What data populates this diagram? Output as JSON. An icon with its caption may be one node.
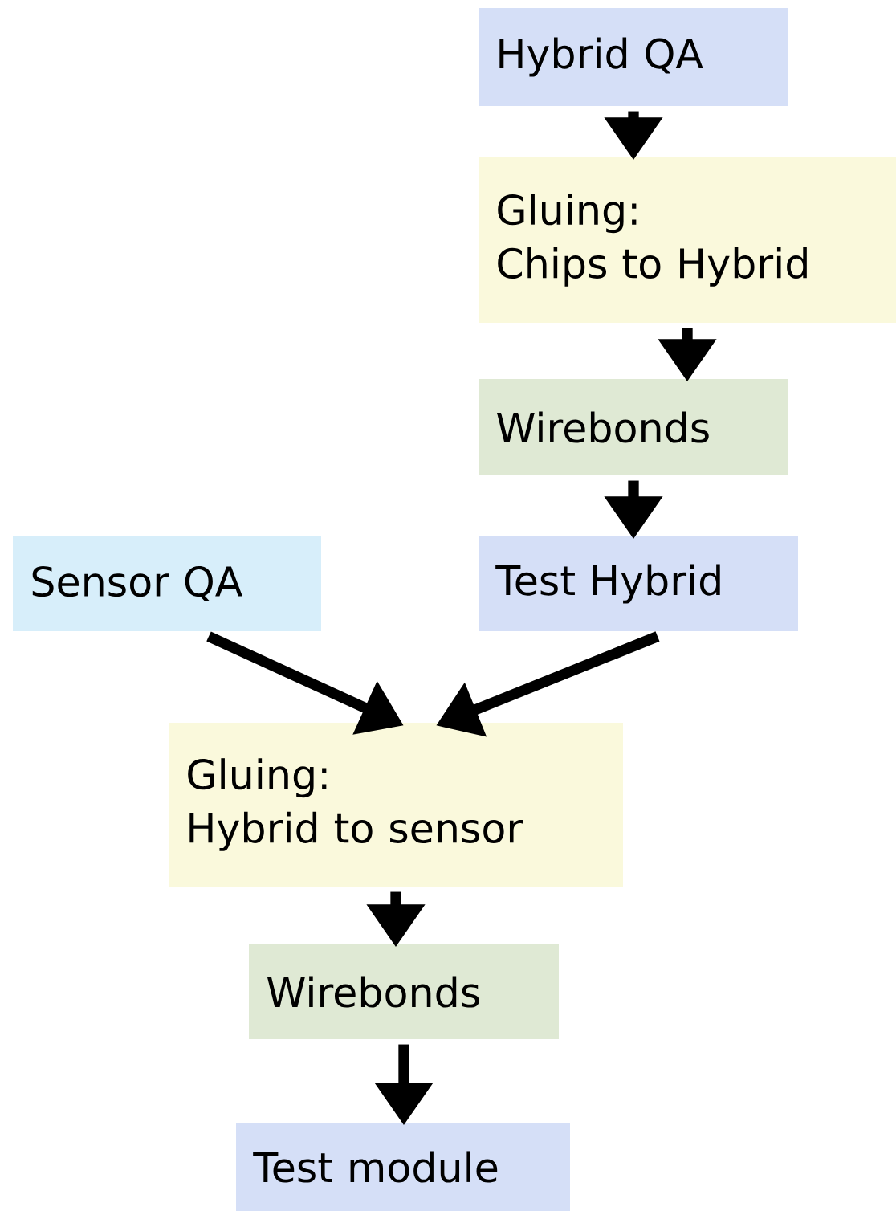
{
  "diagram": {
    "nodes": [
      {
        "text": [
          "Hybrid QA"
        ]
      },
      {
        "text": [
          "Gluing:",
          "Chips to Hybrid"
        ]
      },
      {
        "text": [
          "Wirebonds"
        ]
      },
      {
        "text": [
          "Test Hybrid"
        ]
      },
      {
        "text": [
          "Sensor QA"
        ]
      },
      {
        "text": [
          "Gluing:",
          "Hybrid to sensor"
        ]
      },
      {
        "text": [
          "Wirebonds"
        ]
      },
      {
        "text": [
          "Test module"
        ]
      }
    ],
    "edges": [
      {
        "from": 0,
        "to": 1,
        "arrow": "to"
      },
      {
        "from": 1,
        "to": 2,
        "arrow": "to"
      },
      {
        "from": 2,
        "to": 3,
        "arrow": "to"
      },
      {
        "from": 4,
        "to": 5,
        "arrow": "to"
      },
      {
        "from": 3,
        "to": 5,
        "arrow": "to"
      },
      {
        "from": 5,
        "to": 6,
        "arrow": "to"
      },
      {
        "from": 6,
        "to": 7,
        "arrow": "to"
      }
    ]
  }
}
